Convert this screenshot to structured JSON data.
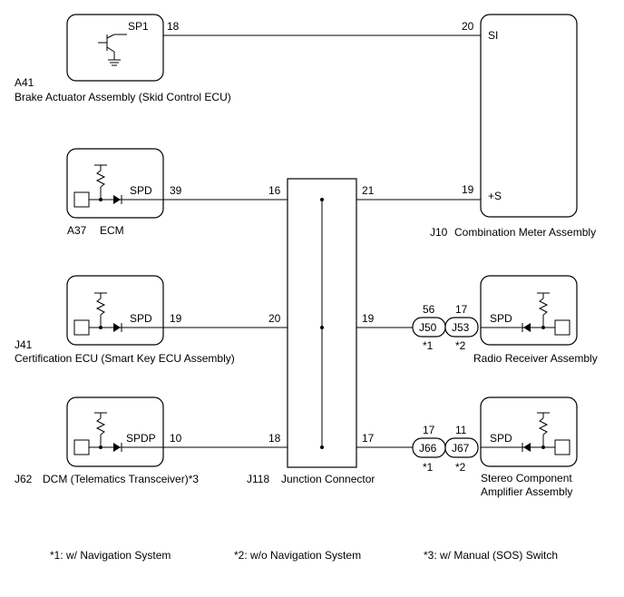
{
  "components": {
    "brake_actuator": {
      "code": "A41",
      "name": "Brake Actuator Assembly (Skid Control ECU)",
      "terminal_label": "SP1",
      "pin": "18"
    },
    "ecm": {
      "code": "A37",
      "name": "ECM",
      "terminal_label": "SPD",
      "pin": "39"
    },
    "certification_ecu": {
      "code": "J41",
      "name": "Certification ECU (Smart Key ECU Assembly)",
      "terminal_label": "SPD",
      "pin": "19"
    },
    "dcm": {
      "code": "J62",
      "name": "DCM (Telematics Transceiver)*3",
      "terminal_label": "SPDP",
      "pin": "10"
    },
    "combination_meter": {
      "code": "J10",
      "name": "Combination Meter Assembly",
      "pin_si": "20",
      "label_si": "SI",
      "pin_s": "19",
      "label_s": "+S"
    },
    "junction_connector": {
      "code": "J118",
      "name": "Junction Connector",
      "pins": {
        "left_top": "16",
        "right_top": "21",
        "left_mid": "20",
        "right_mid": "19",
        "left_bot": "18",
        "right_bot": "17"
      }
    },
    "radio_receiver": {
      "name": "Radio Receiver Assembly",
      "terminal_label": "SPD",
      "conn_a": "J50",
      "conn_a_pin": "56",
      "conn_a_note": "*1",
      "conn_b": "J53",
      "conn_b_pin": "17",
      "conn_b_note": "*2"
    },
    "stereo_amplifier": {
      "name_line1": "Stereo Component",
      "name_line2": "Amplifier Assembly",
      "terminal_label": "SPD",
      "conn_a": "J66",
      "conn_a_pin": "17",
      "conn_a_note": "*1",
      "conn_b": "J67",
      "conn_b_pin": "11",
      "conn_b_note": "*2"
    }
  },
  "footnotes": [
    "*1: w/ Navigation System",
    "*2: w/o Navigation System",
    "*3: w/ Manual (SOS) Switch"
  ]
}
